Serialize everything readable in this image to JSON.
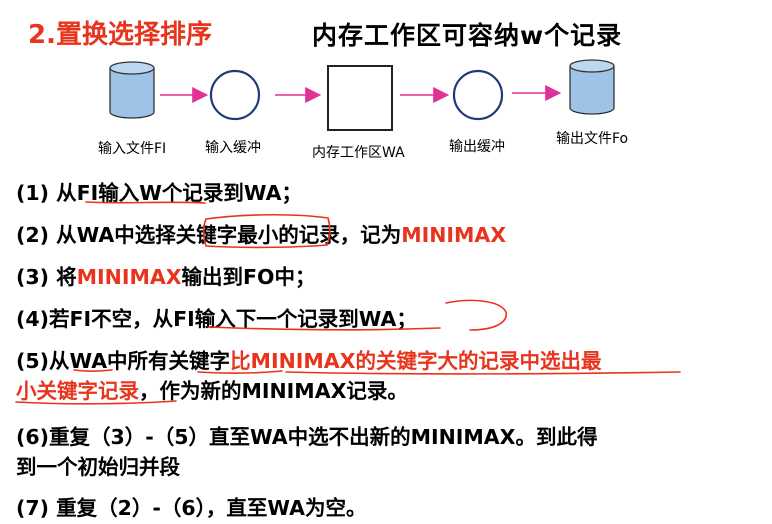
{
  "title": {
    "section": "2.置换选择排序",
    "subtitle": "内存工作区可容纳w个记录"
  },
  "diagram": {
    "input_file": "输入文件FI",
    "input_buffer": "输入缓冲",
    "work_area": "内存工作区WA",
    "output_buffer": "输出缓冲",
    "output_file": "输出文件Fo"
  },
  "steps": {
    "s1": "(1) 从FI输入W个记录到WA；",
    "s2_a": "(2) 从WA中选择关键字最小的记录，记为",
    "s2_b": "MINIMAX",
    "s3_a": "(3) 将",
    "s3_b": "MINIMAX",
    "s3_c": "输出到FO中；",
    "s4": "(4)若FI不空，从FI输入下一个记录到WA；",
    "s5_a": "(5)从WA中所有关键字",
    "s5_b": "比MINIMAX的关键字大的记录中选出最",
    "s5_c": "小关键字记录",
    "s5_d": "，作为新的MINIMAX记录。",
    "s6_a": "(6)重复（3）-（5）直至WA中选不出新的MINIMAX。到此得",
    "s6_b": "到一个初始归并段",
    "s7": "(7) 重复（2）-（6），直至WA为空。"
  },
  "colors": {
    "accent_red": "#e8341c",
    "arrow_magenta": "#e0309a",
    "cylinder_fill": "#9dc3e6",
    "ink_red": "#e8341c"
  }
}
